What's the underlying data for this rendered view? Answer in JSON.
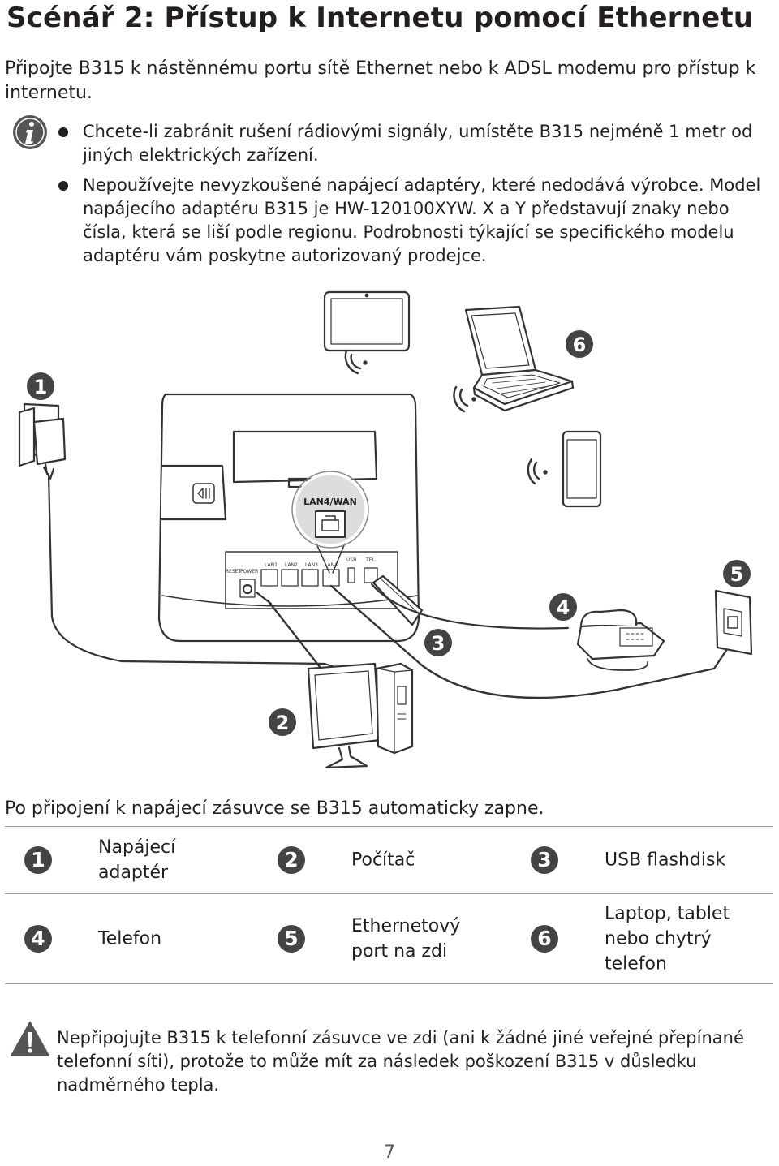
{
  "title": "Scénář 2: Přístup k Internetu pomocí Ethernetu",
  "intro": "Připojte B315 k nástěnnému portu sítě Ethernet nebo k ADSL modemu pro přístup k internetu.",
  "notes": [
    "Chcete-li zabránit rušení rádiovými signály, umístěte B315 nejméně 1 metr od jiných elektrických zařízení.",
    "Nepoužívejte nevyzkoušené napájecí adaptéry, které nedodává výrobce. Model napájecího adaptéru B315 je HW-120100XYW. X a Y představují znaky nebo čísla, která se liší podle regionu. Podrobnosti týkající se specifického modelu adaptéru vám poskytne autorizovaný prodejce."
  ],
  "diagram": {
    "callouts": [
      "1",
      "2",
      "3",
      "4",
      "5",
      "6"
    ],
    "port_highlight": "LAN4/WAN",
    "router_labels": {
      "reset": "RESET",
      "power": "POWER",
      "lan1": "LAN1",
      "lan2": "LAN2",
      "lan3": "LAN3",
      "lan4": "LAN4",
      "usb": "USB",
      "tel": "TEL"
    }
  },
  "after_connect": "Po připojení k napájecí zásuvce se B315 automaticky zapne.",
  "legend": [
    {
      "num": "1",
      "label": "Napájecí adaptér"
    },
    {
      "num": "2",
      "label": "Počítač"
    },
    {
      "num": "3",
      "label": "USB flashdisk"
    },
    {
      "num": "4",
      "label": "Telefon"
    },
    {
      "num": "5",
      "label": "Ethernetový port na zdi"
    },
    {
      "num": "6",
      "label": "Laptop, tablet nebo chytrý telefon"
    }
  ],
  "warning": "Nepřipojujte B315 k telefonní zásuvce ve zdi (ani k žádné jiné veřejné přepínané telefonní síti), protože to může mít za následek poškození B315 v důsledku nadměrného tepla.",
  "page_number": "7"
}
